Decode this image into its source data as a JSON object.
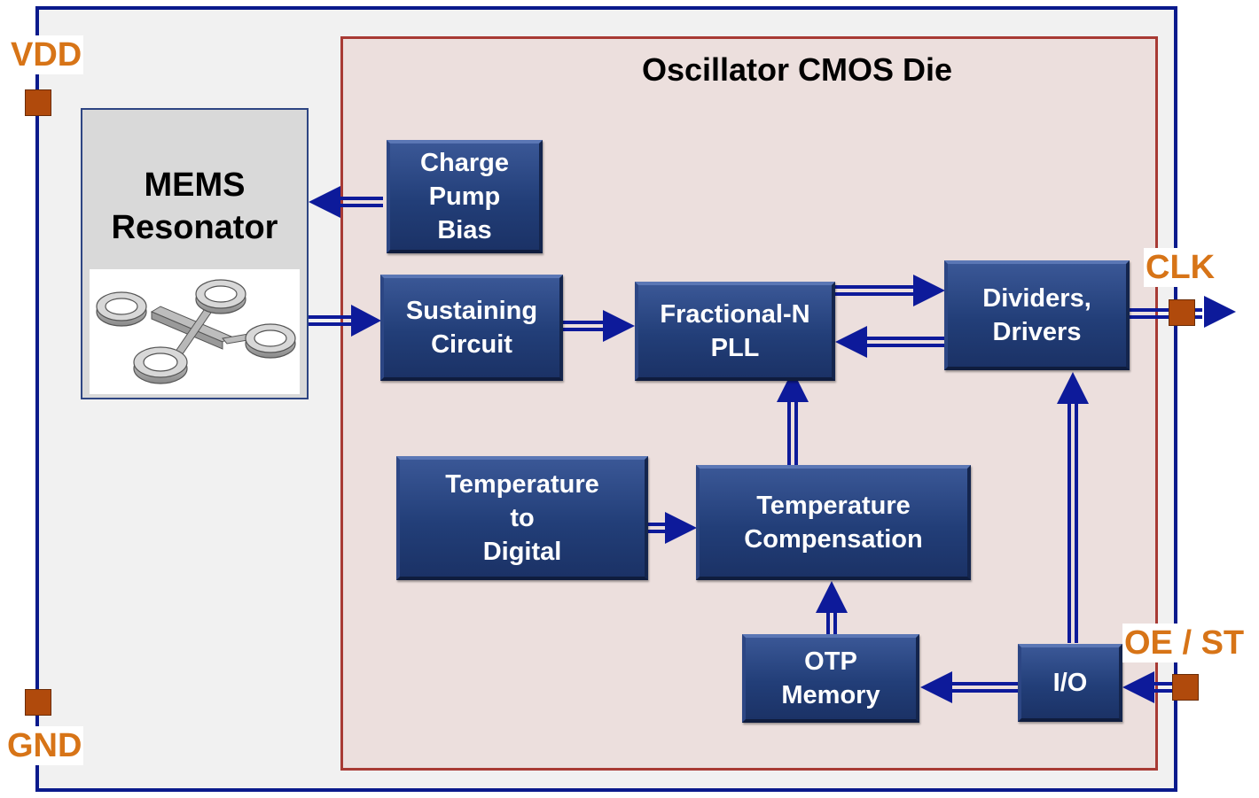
{
  "die_title": "Oscillator CMOS Die",
  "mems": {
    "title": "MEMS\nResonator",
    "image": "mems-resonator-structure"
  },
  "blocks": {
    "charge_pump": "Charge\nPump\nBias",
    "sustaining": "Sustaining\nCircuit",
    "pll": "Fractional-N\nPLL",
    "dividers": "Dividers,\nDrivers",
    "temp_digital": "Temperature\nto\nDigital",
    "temp_comp": "Temperature\nCompensation",
    "otp": "OTP\nMemory",
    "io": "I/O"
  },
  "pins": {
    "vdd": "VDD",
    "gnd": "GND",
    "clk": "CLK",
    "oe": "OE / ST"
  },
  "colors": {
    "package_border": "#0a1a8c",
    "die_border": "#a83a34",
    "block": "#223e78",
    "arrow": "#0d1a9a",
    "pin": "#b04a0c",
    "pin_label": "#d77417"
  }
}
